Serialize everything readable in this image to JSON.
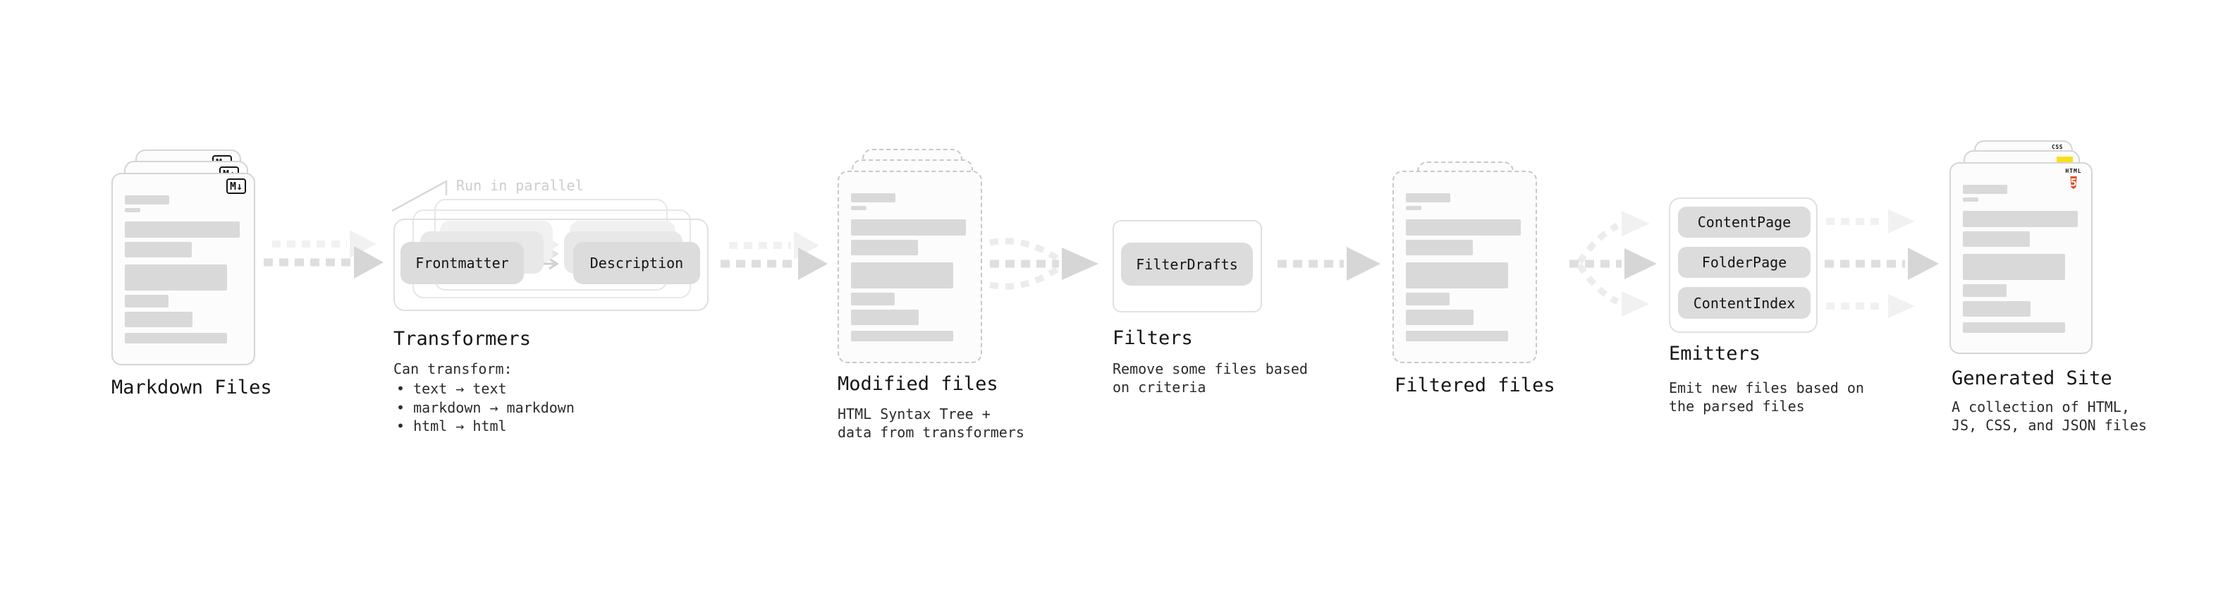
{
  "stages": {
    "markdown": {
      "title": "Markdown Files",
      "badge": "M↓"
    },
    "transformers": {
      "title": "Transformers",
      "annotation": "Run in parallel",
      "pill_left": "Frontmatter",
      "pill_right": "Description",
      "caption_heading": "Can transform:",
      "bullets": [
        "• text → text",
        "• markdown → markdown",
        "• html → html"
      ]
    },
    "modified": {
      "title": "Modified files",
      "caption": "HTML Syntax Tree +\ndata from transformers"
    },
    "filters": {
      "title": "Filters",
      "pill": "FilterDrafts",
      "caption": "Remove some files based\non criteria"
    },
    "filtered": {
      "title": "Filtered files"
    },
    "emitters": {
      "title": "Emitters",
      "pills": [
        "ContentPage",
        "FolderPage",
        "ContentIndex"
      ],
      "caption": "Emit new files based on\nthe parsed files"
    },
    "generated": {
      "title": "Generated Site",
      "caption": "A collection of HTML,\nJS, CSS, and JSON files",
      "css_badge": "CSS",
      "html_badge_label": "HTML",
      "html_badge_number": "5"
    }
  },
  "colors": {
    "bar": "#d9d9d9",
    "pill": "#dcdcdc",
    "arrow": "#d6d6d6",
    "html5_orange": "#e44d26",
    "js_yellow": "#f7df1e",
    "css_blue": "#2965f1"
  }
}
